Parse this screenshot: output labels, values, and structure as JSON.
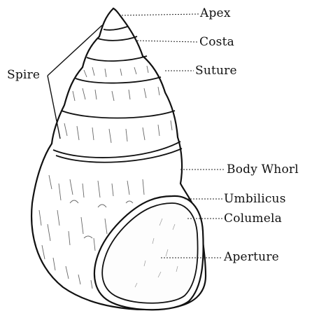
{
  "figure": {
    "labels": {
      "apex": "Apex",
      "costa": "Costa",
      "spire": "Spire",
      "suture": "Suture",
      "body_whorl": "Body Whorl",
      "umbilicus": "Umbilicus",
      "columela": "Columela",
      "aperture": "Aperture"
    },
    "colors": {
      "ink": "#111111",
      "background": "#ffffff"
    }
  }
}
